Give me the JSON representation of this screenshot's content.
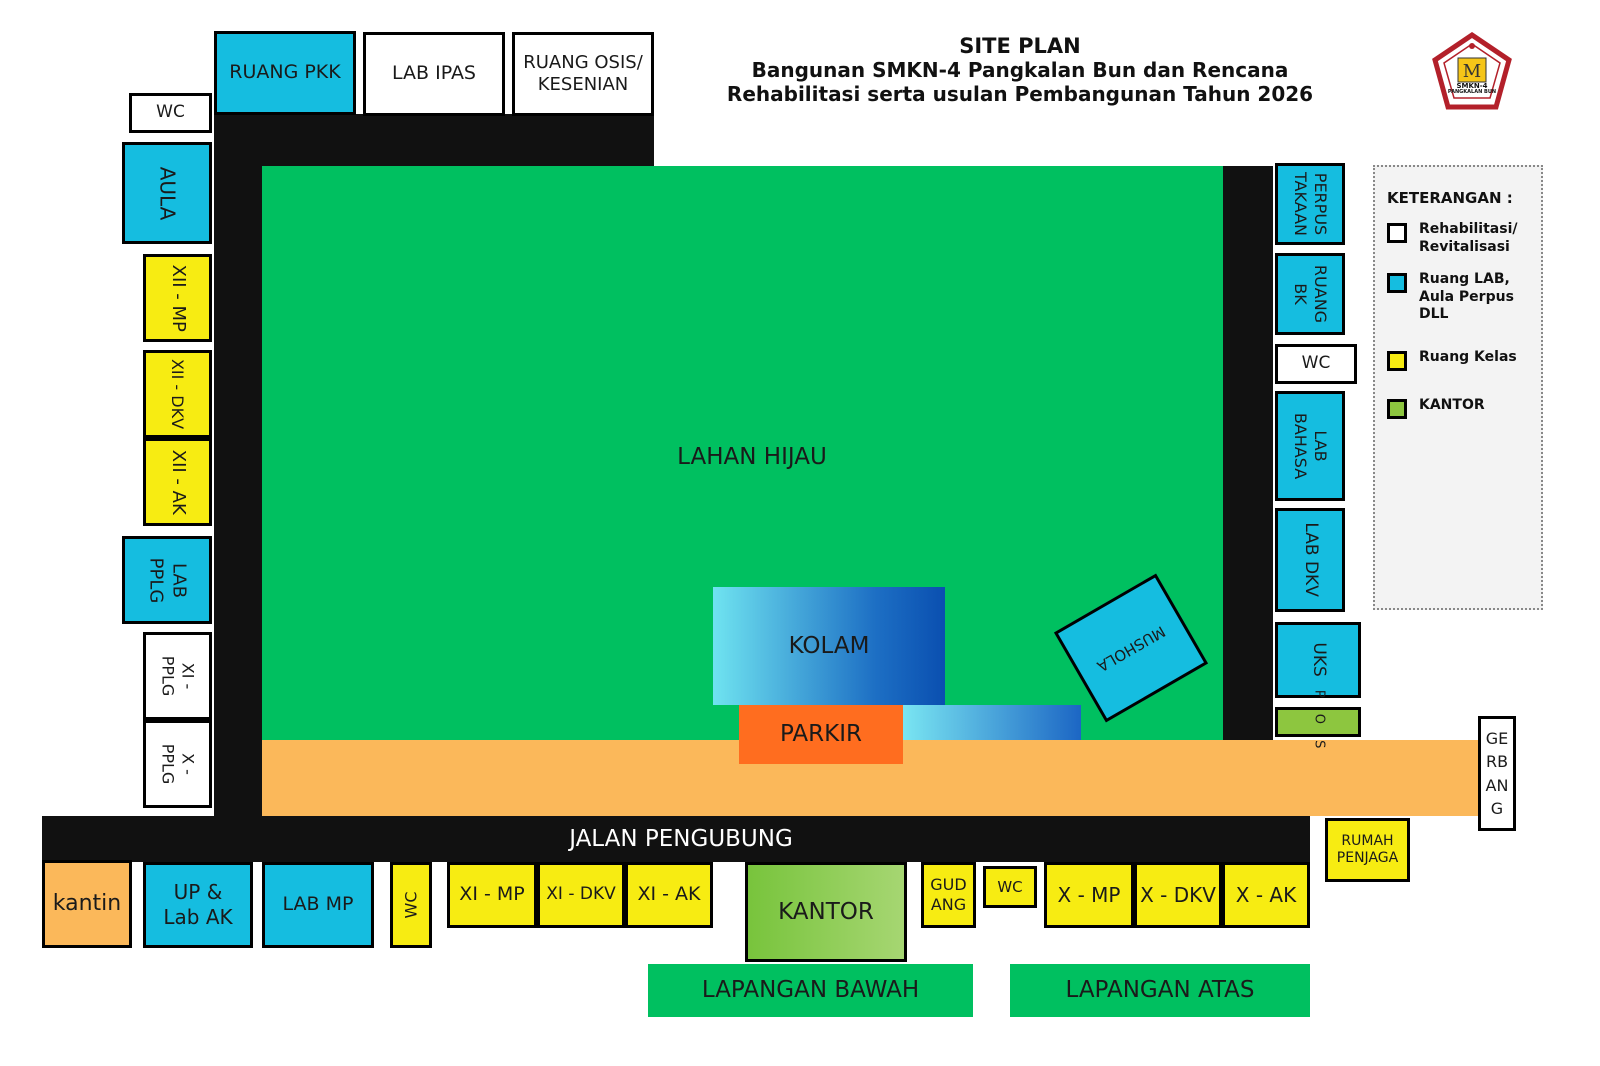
{
  "title": {
    "line1": "SITE PLAN",
    "line2": "Bangunan SMKN-4 Pangkalan Bun dan Rencana",
    "line3": "Rehabilitasi serta usulan Pembangunan Tahun 2026"
  },
  "logo": {
    "text1": "SMKN-4",
    "text2": "PANGKALAN BUN"
  },
  "legend": {
    "title": "KETERANGAN :",
    "items": [
      {
        "label": "Rehabilitasi/ Revitalisasi",
        "color": "#ffffff"
      },
      {
        "label": "Ruang LAB, Aula Perpus DLL",
        "color": "#15bde0"
      },
      {
        "label": "Ruang Kelas",
        "color": "#f7ec12"
      },
      {
        "label": "KANTOR",
        "color": "#8dc63f"
      }
    ]
  },
  "areas": {
    "lahan_hijau": "LAHAN HIJAU",
    "kolam": "KOLAM",
    "parkir": "PARKIR",
    "mushola": "MUSHOLA",
    "jalan": "JALAN PENGUBUNG",
    "lapangan_bawah": "LAPANGAN BAWAH",
    "lapangan_atas": "LAPANGAN ATAS",
    "gerbang": [
      "GE",
      "RB",
      "AN",
      "G"
    ]
  },
  "top": {
    "ruang_pkk": "RUANG PKK",
    "lab_ipas": "LAB IPAS",
    "ruang_osis": "RUANG OSIS/",
    "kesenian": "KESENIAN"
  },
  "left": {
    "wc": "WC",
    "aula": "AULA",
    "xii_mp": "XII - MP",
    "xii_dkv": "XII - DKV",
    "xii_ak": "XII - AK",
    "lab_pplg_1": "LAB",
    "lab_pplg_2": "PPLG",
    "xi_pplg_1": "XI -",
    "xi_pplg_2": "PPLG",
    "x_pplg_1": "X -",
    "x_pplg_2": "PPLG"
  },
  "right": {
    "perpus_1": "PERPUS",
    "perpus_2": "TAKAAN",
    "bk_1": "RUANG",
    "bk_2": "BK",
    "wc": "WC",
    "lab_bahasa_1": "LAB",
    "lab_bahasa_2": "BAHASA",
    "lab_dkv": "LAB DKV",
    "uks": "UKS",
    "pos": "P O S"
  },
  "bottom": {
    "kantin": "kantin",
    "up_1": "UP &",
    "up_2": "Lab AK",
    "lab_mp": "LAB MP",
    "wc1": "WC",
    "xi_mp": "XI - MP",
    "xi_dkv": "XI - DKV",
    "xi_ak": "XI - AK",
    "kantor": "KANTOR",
    "gudang_1": "GUD",
    "gudang_2": "ANG",
    "wc2": "WC",
    "x_mp": "X - MP",
    "x_dkv": "X - DKV",
    "x_ak": "X - AK",
    "rumah_1": "RUMAH",
    "rumah_2": "PENJAGA"
  }
}
